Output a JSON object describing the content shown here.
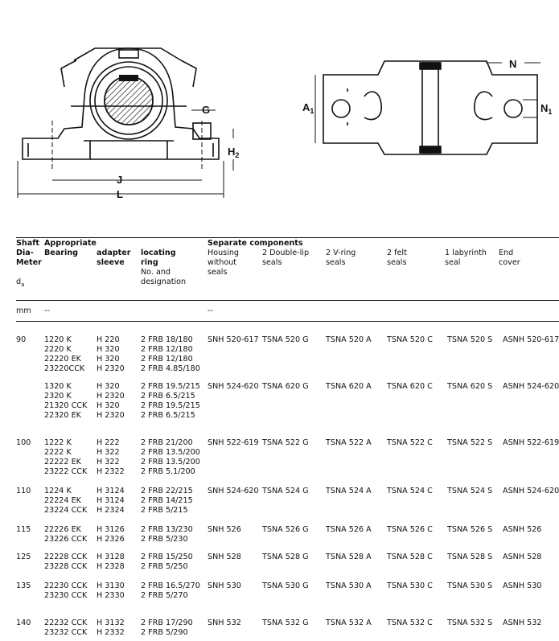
{
  "figure": {
    "labels": {
      "A1": "A",
      "A1_sub": "1",
      "N": "N",
      "N1": "N",
      "N1_sub": "1",
      "G": "G",
      "H2": "H",
      "H2_sub": "2",
      "J": "J",
      "L": "L"
    }
  },
  "table": {
    "headers": {
      "shaft_line1": "Shaft",
      "shaft_line2": "Dia-",
      "shaft_line3": "Meter",
      "shaft_symbol": "d",
      "shaft_symbol_sub": "a",
      "bearing_line1": "Appropriate",
      "bearing_line2": "Bearing",
      "adapter_line1": "adapter",
      "adapter_line2": "sleeve",
      "ring_line1": "locating",
      "ring_line2": "ring",
      "ring_line3": "No. and",
      "ring_line4": "designation",
      "separate": "Separate components",
      "housing_line1": "Housing",
      "housing_line2": "without",
      "housing_line3": "seals",
      "dlip_line1": "2 Double-lip",
      "dlip_line2": "seals",
      "vring_line1": "2 V-ring",
      "vring_line2": "seals",
      "felt_line1": "2 felt",
      "felt_line2": "seals",
      "lab_line1": "1 labyrinth",
      "lab_line2": "seal",
      "end_line1": "End",
      "end_line2": "cover"
    },
    "units": {
      "shaft": "mm",
      "bearing": "--",
      "housing": "--"
    },
    "rows": [
      {
        "d": "90",
        "bearings": [
          "1220 K",
          "2220 K",
          "22220 EK",
          "23220CCK"
        ],
        "sleeves": [
          "H 220",
          "H 320",
          "H 320",
          "H 2320"
        ],
        "rings": [
          "2 FRB 18/180",
          "2 FRB 12/180",
          "2 FRB 12/180",
          "2 FRB 4.85/180"
        ],
        "housing": "SNH 520-617",
        "dlip": "TSNA 520 G",
        "vring": "TSNA 520 A",
        "felt": "TSNA 520 C",
        "lab": "TSNA 520 S",
        "end": "ASNH 520-617"
      },
      {
        "d": "",
        "bearings": [
          "1320 K",
          "2320 K",
          "21320 CCK",
          "22320 EK"
        ],
        "sleeves": [
          "H 320",
          "H 2320",
          "H 320",
          "H 2320"
        ],
        "rings": [
          "2 FRB 19.5/215",
          "2 FRB 6.5/215",
          "2 FRB 19.5/215",
          "2 FRB 6.5/215"
        ],
        "housing": "SNH 524-620",
        "dlip": "TSNA 620 G",
        "vring": "TSNA 620 A",
        "felt": "TSNA 620 C",
        "lab": "TSNA 620 S",
        "end": "ASNH 524-620"
      },
      {
        "d": "100",
        "bearings": [
          "1222 K",
          "2222 K",
          "22222 EK",
          "23222 CCK"
        ],
        "sleeves": [
          "H 222",
          "H 322",
          "H 322",
          "H 2322"
        ],
        "rings": [
          "2 FRB 21/200",
          "2 FRB 13.5/200",
          "2 FRB 13.5/200",
          "2 FRB 5.1/200"
        ],
        "housing": "SNH 522-619",
        "dlip": "TSNA 522 G",
        "vring": "TSNA 522 A",
        "felt": "TSNA 522 C",
        "lab": "TSNA 522 S",
        "end": "ASNH 522-619"
      },
      {
        "d": "110",
        "bearings": [
          "1224 K",
          "22224 EK",
          "23224 CCK"
        ],
        "sleeves": [
          "H 3124",
          "H 3124",
          "H 2324"
        ],
        "rings": [
          "2 FRB 22/215",
          "2 FRB 14/215",
          "2 FRB 5/215"
        ],
        "housing": "SNH 524-620",
        "dlip": "TSNA 524 G",
        "vring": "TSNA 524 A",
        "felt": "TSNA 524 C",
        "lab": "TSNA 524 S",
        "end": "ASNH 524-620"
      },
      {
        "d": "115",
        "bearings": [
          "22226 EK",
          "23226 CCK"
        ],
        "sleeves": [
          "H 3126",
          "H 2326"
        ],
        "rings": [
          "2 FRB 13/230",
          "2 FRB 5/230"
        ],
        "housing": "SNH 526",
        "dlip": "TSNA 526 G",
        "vring": "TSNA 526 A",
        "felt": "TSNA 526 C",
        "lab": "TSNA 526 S",
        "end": "ASNH 526"
      },
      {
        "d": "125",
        "bearings": [
          "22228 CCK",
          "23228 CCK"
        ],
        "sleeves": [
          "H 3128",
          "H 2328"
        ],
        "rings": [
          "2 FRB 15/250",
          "2 FRB 5/250"
        ],
        "housing": "SNH 528",
        "dlip": "TSNA 528 G",
        "vring": "TSNA 528 A",
        "felt": "TSNA 528 C",
        "lab": "TSNA 528 S",
        "end": "ASNH 528"
      },
      {
        "d": "135",
        "bearings": [
          "22230 CCK",
          "23230 CCK"
        ],
        "sleeves": [
          "H 3130",
          "H 2330"
        ],
        "rings": [
          "2 FRB 16.5/270",
          "2 FRB 5/270"
        ],
        "housing": "SNH 530",
        "dlip": "TSNA 530 G",
        "vring": "TSNA 530 A",
        "felt": "TSNA 530 C",
        "lab": "TSNA 530 S",
        "end": "ASNH 530"
      },
      {
        "d": "140",
        "bearings": [
          "22232 CCK",
          "23232 CCK"
        ],
        "sleeves": [
          "H 3132",
          "H 2332"
        ],
        "rings": [
          "2 FRB 17/290",
          "2 FRB 5/290"
        ],
        "housing": "SNH 532",
        "dlip": "TSNA 532 G",
        "vring": "TSNA 532 A",
        "felt": "TSNA 532 C",
        "lab": "TSNA 532 S",
        "end": "ASNH 532"
      }
    ]
  }
}
